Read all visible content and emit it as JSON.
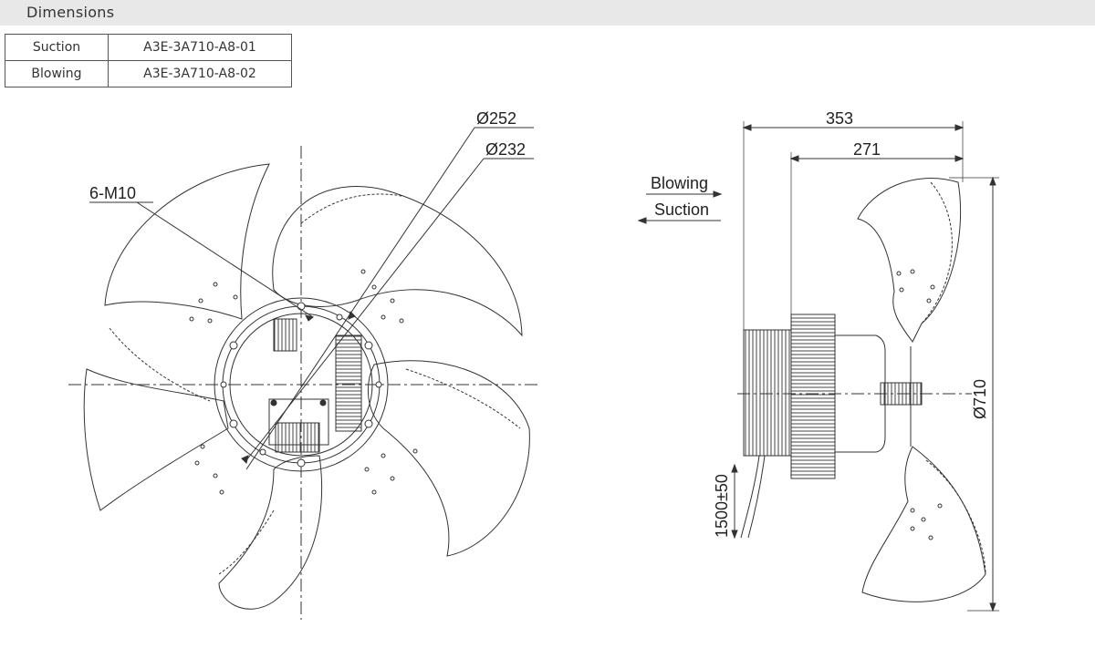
{
  "section": {
    "title": "Dimensions"
  },
  "models": [
    {
      "mode": "Suction",
      "model": "A3E-3A710-A8-01"
    },
    {
      "mode": "Blowing",
      "model": "A3E-3A710-A8-02"
    }
  ],
  "front_view": {
    "labels": {
      "thread": "6-M10",
      "outer_dia": "Ø252",
      "inner_dia": "Ø232"
    }
  },
  "side_view": {
    "labels": {
      "overall_depth": "353",
      "motor_depth": "271",
      "airflow_blowing": "Blowing",
      "airflow_suction": "Suction",
      "impeller_dia": "Ø710",
      "cable_length": "1500±50"
    }
  }
}
